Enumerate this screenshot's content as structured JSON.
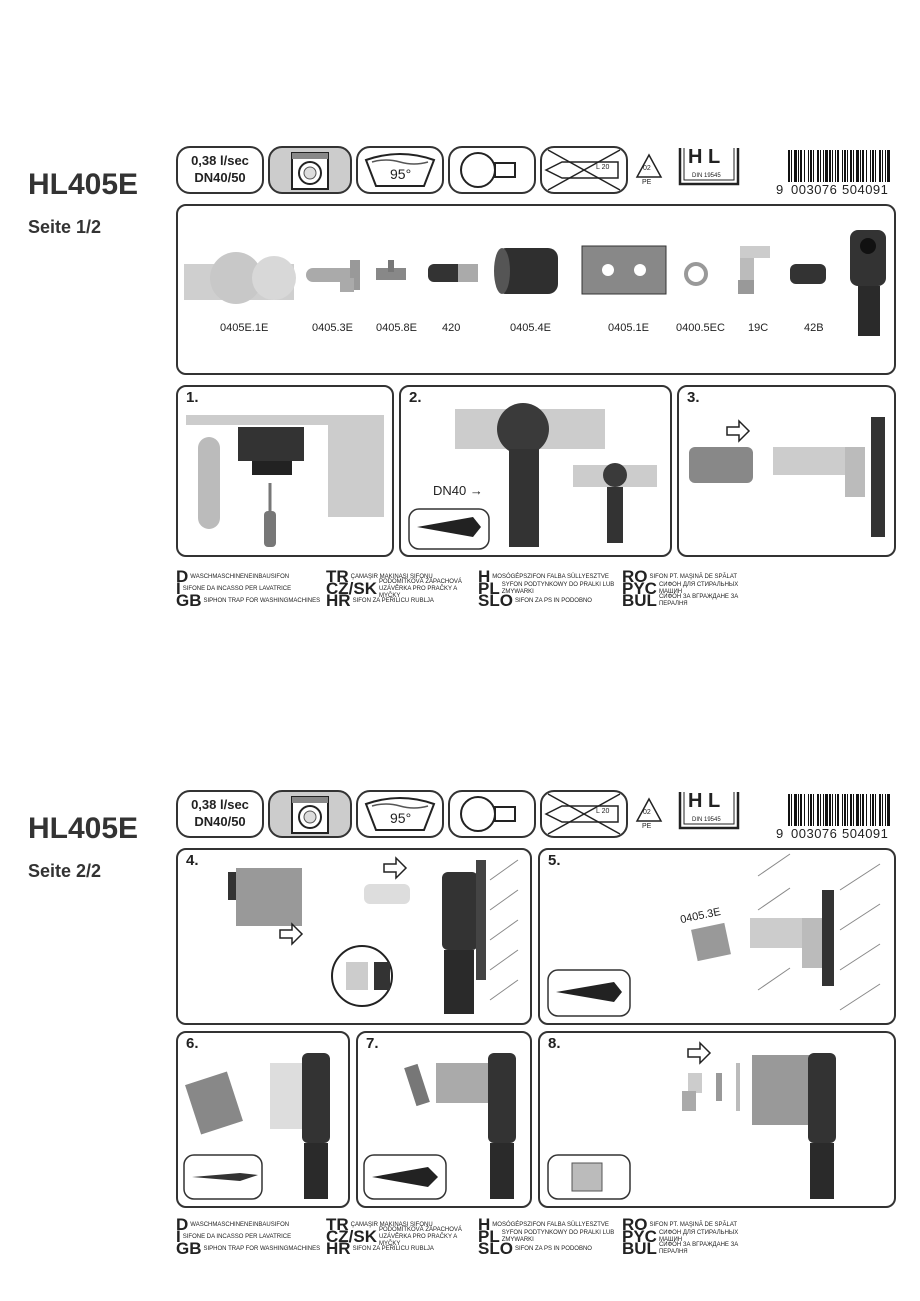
{
  "sheets": [
    {
      "model": "HL405E",
      "page": "Seite 1/2",
      "flow_rate": "0,38 l/sec",
      "dimension": "DN40/50",
      "temperature": "95°",
      "tube_label": "L 20",
      "recycle": {
        "number": "02",
        "material": "PE"
      },
      "hl_logo": "H L",
      "din": "DIN 19545",
      "barcode": {
        "first": "9",
        "group1": "003076",
        "group2": "504091"
      },
      "parts": [
        "0405E.1E",
        "0405.3E",
        "0405.8E",
        "420",
        "0405.4E",
        "0405.1E",
        "0400.5EC",
        "19C",
        "42B"
      ],
      "steps": [
        {
          "num": "1."
        },
        {
          "num": "2.",
          "note": "DN40 →"
        },
        {
          "num": "3."
        }
      ]
    },
    {
      "model": "HL405E",
      "page": "Seite 2/2",
      "flow_rate": "0,38 l/sec",
      "dimension": "DN40/50",
      "temperature": "95°",
      "tube_label": "L 20",
      "recycle": {
        "number": "02",
        "material": "PE"
      },
      "hl_logo": "H L",
      "din": "DIN 19545",
      "barcode": {
        "first": "9",
        "group1": "003076",
        "group2": "504091"
      },
      "steps": [
        {
          "num": "4."
        },
        {
          "num": "5.",
          "note": "0405.3E"
        },
        {
          "num": "6."
        },
        {
          "num": "7."
        },
        {
          "num": "8."
        }
      ]
    }
  ],
  "legend": {
    "col1": [
      {
        "code": "D",
        "text": "WASCHMASCHINENEINBAUSIFON"
      },
      {
        "code": "I",
        "text": "SIFONE DA INCASSO PER LAVATRICE"
      },
      {
        "code": "GB",
        "text": "SIPHON TRAP FOR WASHINGMACHINES"
      }
    ],
    "col2": [
      {
        "code": "TR",
        "text": "ÇAMAŞIR MAKINASI SIFONU"
      },
      {
        "code": "CZ/SK",
        "text": "PODOMÍTKOVÁ ZÁPACHOVÁ UZÁVĚRKA PRO PRAČKY A MYČKY"
      },
      {
        "code": "HR",
        "text": "SIFON ZA PERILICU RUBLJA"
      }
    ],
    "col3": [
      {
        "code": "H",
        "text": "MOSÓGÉPSZIFON FALBA SÜLLYESZTVE"
      },
      {
        "code": "PL",
        "text": "SYFON PODTYNKOWY DO PRALKI LUB ZMYWARKI"
      },
      {
        "code": "SLO",
        "text": "SIFON ZA PS IN PODOBNO"
      }
    ],
    "col4": [
      {
        "code": "RO",
        "text": "SIFON PT. MAŞINĂ DE SPĂLAT"
      },
      {
        "code": "PYC",
        "text": "СИФОН ДЛЯ СТИРАЛЬНЫХ МАШИН"
      },
      {
        "code": "BUL",
        "text": "СИФОН ЗА ВГРАЖДАНЕ ЗА ПЕРАЛНЯ"
      }
    ]
  },
  "colors": {
    "line": "#333333",
    "part_dark": "#2a2a2a",
    "part_light": "#cfcfcf",
    "part_mid": "#8a8a8a"
  }
}
